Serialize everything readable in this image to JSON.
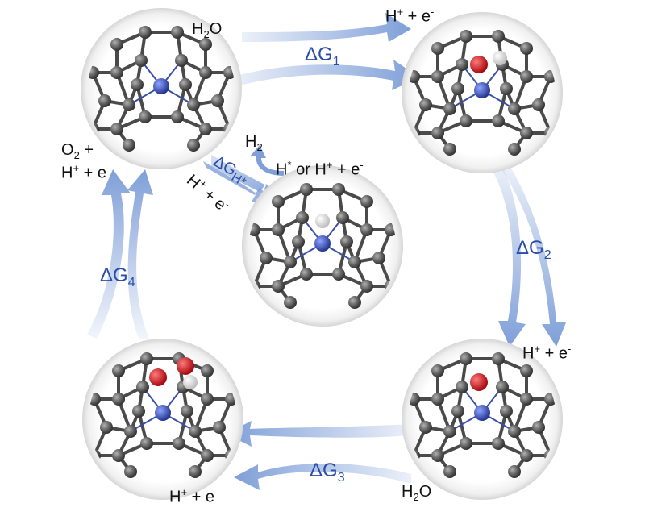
{
  "labels": {
    "top_reactant": "H2O",
    "top_product": "H+ + e-",
    "dg1": "ΔG1",
    "right_product": "H+ + e-",
    "dg2": "ΔG2",
    "bottom_reactant": "H2O",
    "bottom_product": "H+ + e-",
    "dg3": "ΔG3",
    "left_product_line1": "O2 +",
    "left_product_line2": "H+ + e-",
    "dg4": "ΔG4",
    "her_product": "H2",
    "her_reactant": "H* or H+ + e-",
    "dgh": "ΔGH*",
    "her_input": "H+ + e-"
  },
  "colors": {
    "arrow": "#7f9fd8",
    "text_dg": "#2a4ea8",
    "carbon": "#5a5a5a",
    "metal": "#3b4fa8",
    "oxygen": "#e0141c",
    "hydrogen": "#f4f4f4"
  }
}
